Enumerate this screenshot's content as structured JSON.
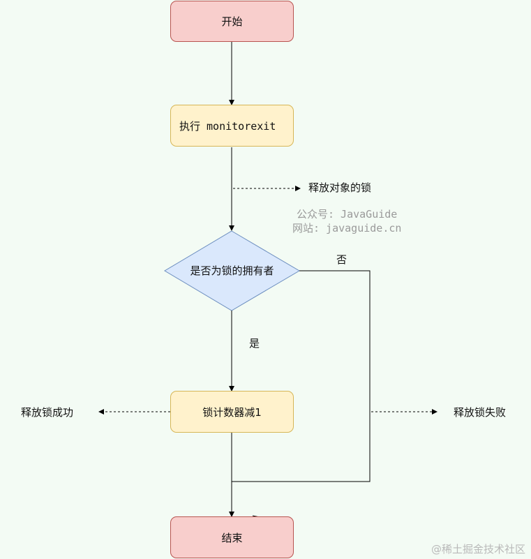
{
  "nodes": {
    "start": "开始",
    "exec": "执行 monitorexit",
    "decision": "是否为锁的拥有者",
    "decrement": "锁计数器减1",
    "end": "结束"
  },
  "labels": {
    "release_object_lock": "释放对象的锁",
    "yes": "是",
    "no": "否",
    "release_success": "释放锁成功",
    "release_fail": "释放锁失败"
  },
  "watermark": {
    "line1": "公众号: JavaGuide",
    "line2": "网站: javaguide.cn",
    "corner": "@稀土掘金技术社区"
  },
  "colors": {
    "terminal_fill": "#f8cecc",
    "process_fill": "#fff2cc",
    "decision_fill": "#dae8fc",
    "background": "#f3fbf4"
  }
}
